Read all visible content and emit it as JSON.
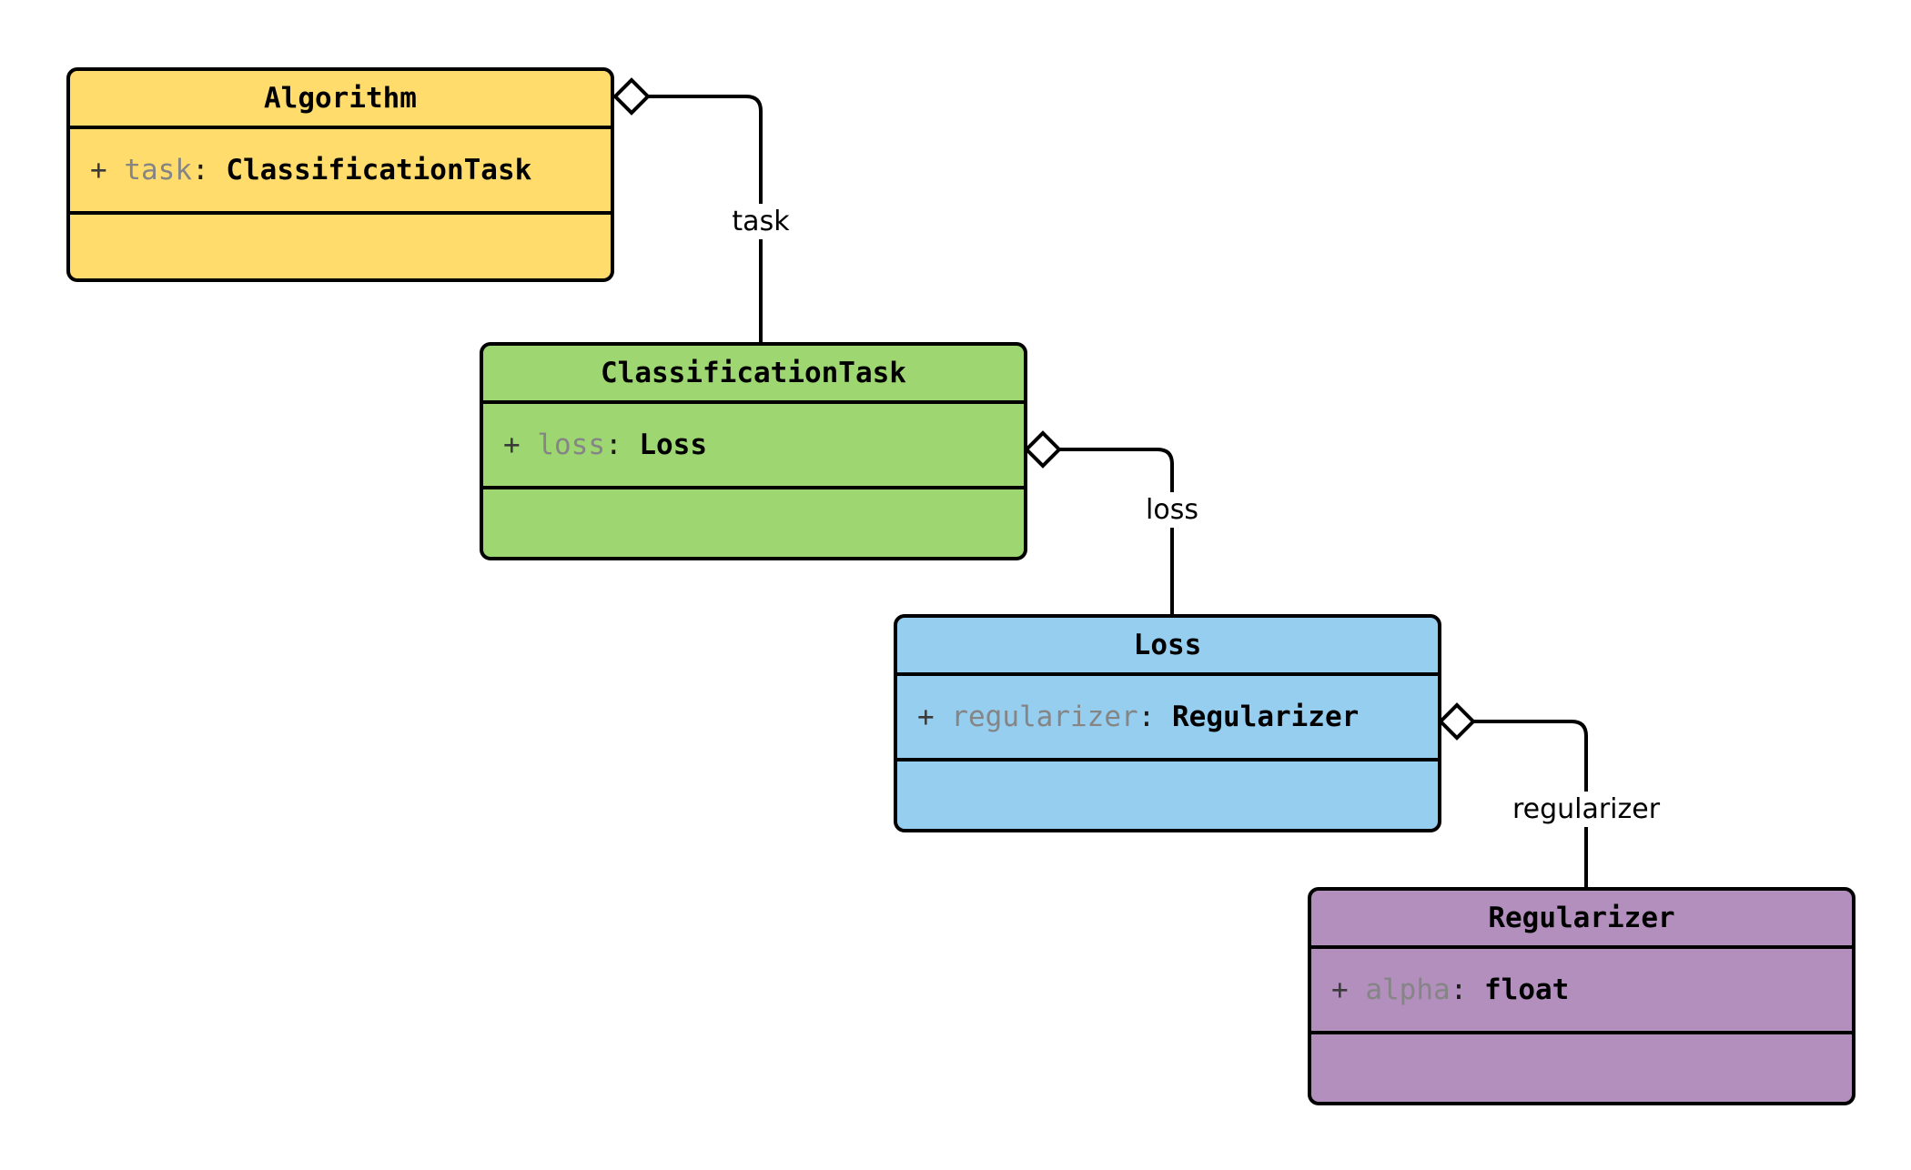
{
  "diagram": {
    "type": "uml-class-diagram",
    "title": "",
    "background_color": "#ffffff",
    "border_color": "#000000",
    "classes": [
      {
        "id": "algorithm",
        "name": "Algorithm",
        "fill_color": "#ffdc6c",
        "attributes": [
          {
            "visibility": "+",
            "name": "task",
            "separator": ":",
            "type": "ClassificationTask",
            "text": "+ task: ClassificationTask"
          }
        ],
        "methods": []
      },
      {
        "id": "classification-task",
        "name": "ClassificationTask",
        "fill_color": "#9ed672",
        "attributes": [
          {
            "visibility": "+",
            "name": "loss",
            "separator": ":",
            "type": "Loss",
            "text": "+ loss: Loss"
          }
        ],
        "methods": []
      },
      {
        "id": "loss",
        "name": "Loss",
        "fill_color": "#96cef0",
        "attributes": [
          {
            "visibility": "+",
            "name": "regularizer",
            "separator": ":",
            "type": "Regularizer",
            "text": "+ regularizer: Regularizer"
          }
        ],
        "methods": []
      },
      {
        "id": "regularizer",
        "name": "Regularizer",
        "fill_color": "#b28fbc",
        "attributes": [
          {
            "visibility": "+",
            "name": "alpha",
            "separator": ":",
            "type": "float",
            "text": "+ alpha: float"
          }
        ],
        "methods": []
      }
    ],
    "relationships": [
      {
        "id": "algorithm-task",
        "kind": "aggregation",
        "label": "task",
        "from": "Algorithm",
        "to": "ClassificationTask",
        "marker": "hollow-diamond"
      },
      {
        "id": "classification-task-loss",
        "kind": "aggregation",
        "label": "loss",
        "from": "ClassificationTask",
        "to": "Loss",
        "marker": "hollow-diamond"
      },
      {
        "id": "loss-regularizer",
        "kind": "aggregation",
        "label": "regularizer",
        "from": "Loss",
        "to": "Regularizer",
        "marker": "hollow-diamond"
      }
    ]
  }
}
